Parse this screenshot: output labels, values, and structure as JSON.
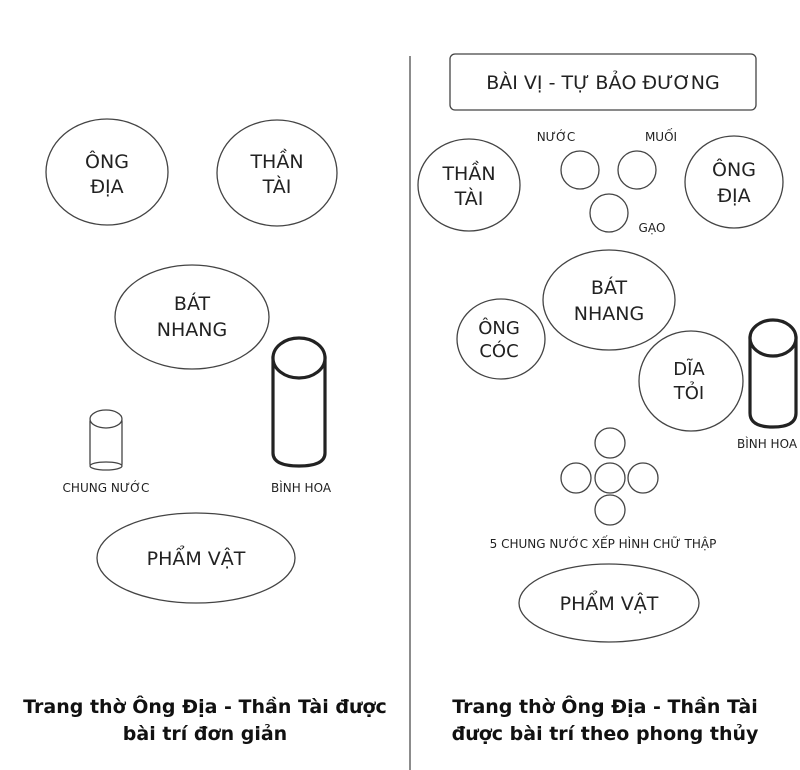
{
  "left": {
    "ong_dia": [
      "ÔNG",
      "ĐỊA"
    ],
    "than_tai": [
      "THẦN",
      "TÀI"
    ],
    "bat_nhang": [
      "BÁT",
      "NHANG"
    ],
    "chung_nuoc": "CHUNG NƯỚC",
    "binh_hoa": "BÌNH HOA",
    "pham_vat": "PHẨM VẬT",
    "caption": [
      "Trang thờ Ông Địa - Thần Tài được",
      "bài trí đơn giản"
    ]
  },
  "right": {
    "bai_vi": "BÀI VỊ - TỰ BẢO ĐƯƠNG",
    "than_tai": [
      "THẦN",
      "TÀI"
    ],
    "nuoc": "NƯỚC",
    "muoi": "MUỐI",
    "gao": "GẠO",
    "ong_dia": [
      "ÔNG",
      "ĐỊA"
    ],
    "bat_nhang": [
      "BÁT",
      "NHANG"
    ],
    "ong_coc": [
      "ÔNG",
      "CÓC"
    ],
    "dia_toi": [
      "DĨA",
      "TỎI"
    ],
    "binh_hoa": "BÌNH HOA",
    "chung_nuoc_5": "5 CHUNG NƯỚC XẾP HÌNH CHỮ THẬP",
    "pham_vat": "PHẨM VẬT",
    "caption": [
      "Trang thờ Ông Địa - Thần Tài",
      "được bài trí theo phong thủy"
    ]
  }
}
